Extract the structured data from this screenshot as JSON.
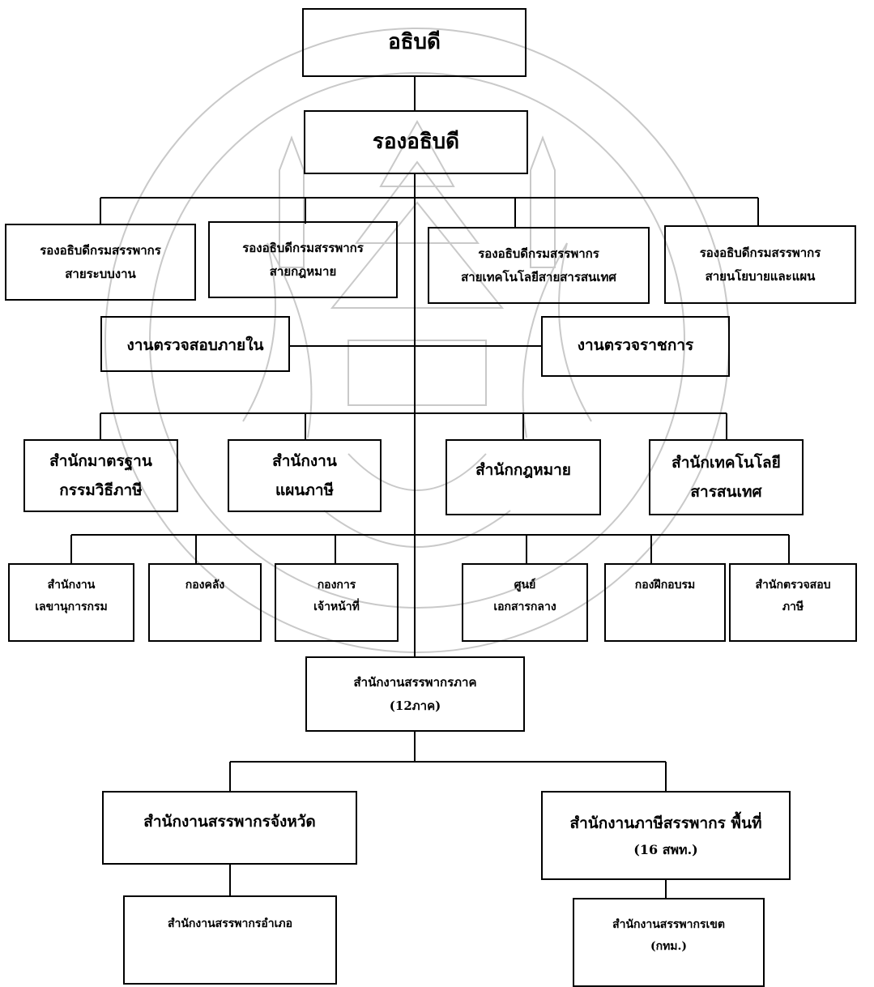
{
  "director": "อธิบดี",
  "deputy_director": "รองอธิบดี",
  "deputy_directors_general": [
    [
      "รองอธิบดีกรมสรรพากร",
      "สายระบบงาน"
    ],
    [
      "รองอธิบดีกรมสรรพากร",
      "สายกฎหมาย"
    ],
    [
      "รองอธิบดีกรมสรรพากร",
      "สายเทคโนโลยีสายสารสนเทศ"
    ],
    [
      "รองอธิบดีกรมสรรพากร",
      "สายนโยบายและแผน"
    ]
  ],
  "internal_audit": "งานตรวจสอบภายใน",
  "inspection": "งานตรวจราชการ",
  "bureaus": [
    [
      "สำนักมาตรฐาน",
      "กรรมวิธีภาษี"
    ],
    [
      "สำนักงาน",
      "แผนภาษี"
    ],
    [
      "สำนักกฎหมาย"
    ],
    [
      "สำนักเทคโนโลยี",
      "สารสนเทศ"
    ]
  ],
  "divisions": [
    [
      "สำนักงาน",
      "เลขานุการกรม"
    ],
    [
      "กองคลัง"
    ],
    [
      "กองการ",
      "เจ้าหน้าที่"
    ],
    [
      "ศูนย์",
      "เอกสารกลาง"
    ],
    [
      "กองฝึกอบรม"
    ],
    [
      "สำนักตรวจสอบ",
      "ภาษี"
    ]
  ],
  "regional_office": [
    "สำนักงานสรรพากรภาค",
    "(12ภาค)"
  ],
  "provincial_office": [
    "สำนักงานสรรพากรจังหวัด"
  ],
  "area_office": [
    "สำนักงานภาษีสรรพากร พื้นที่",
    "(16 สพท.)"
  ],
  "district_office": [
    "สำนักงานสรรพากรอำเภอ"
  ],
  "bangkok_district_office": [
    "สำนักงานสรรพากรเขต",
    "(กทม.)"
  ],
  "colors": {
    "line": "#000000",
    "watermark": "#c9c9c9"
  }
}
